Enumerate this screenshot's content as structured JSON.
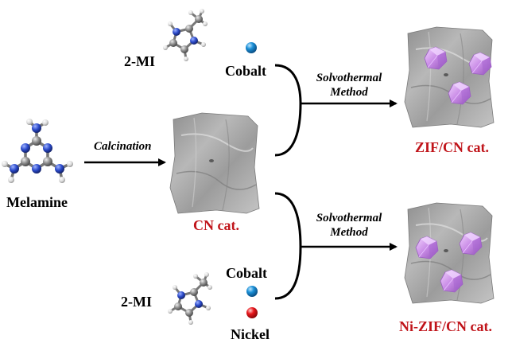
{
  "labels": {
    "melamine": "Melamine",
    "calcination": "Calcination",
    "cn_cat": "CN cat.",
    "two_mi_top": "2-MI",
    "cobalt_top": "Cobalt",
    "solvo_top_line1": "Solvothermal",
    "solvo_top_line2": "Method",
    "zif_cn_cat": "ZIF/CN cat.",
    "solvo_bottom_line1": "Solvothermal",
    "solvo_bottom_line2": "Method",
    "two_mi_bottom": "2-MI",
    "cobalt_bottom": "Cobalt",
    "nickel": "Nickel",
    "ni_zif_cn_cat": "Ni-ZIF/CN cat."
  },
  "colors": {
    "product_label": "#c0141a",
    "cobalt": "#1a8fd6",
    "nickel": "#e8161b",
    "crystal": "#c98be6",
    "sheet": "#a8a8a8",
    "nitrogen": "#2a49c9",
    "carbon": "#8c8c8c",
    "hydrogen": "#e6e6e6"
  },
  "icons": {
    "melamine": "melamine-molecule-icon",
    "two_mi": "2-methylimidazole-molecule-icon",
    "cobalt": "cobalt-sphere-icon",
    "nickel": "nickel-sphere-icon",
    "cn_sheet": "cn-nanosheet-image",
    "crystal": "zif-crystal-icon"
  }
}
